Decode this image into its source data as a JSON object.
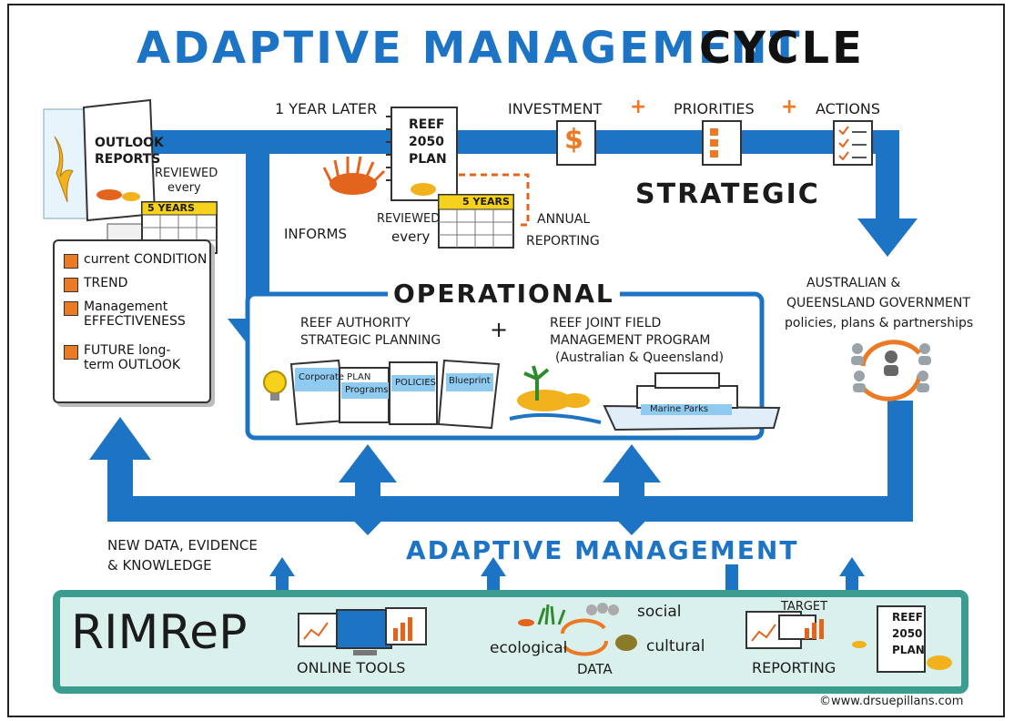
{
  "title": {
    "part1": "ADAPTIVE MANAGEMENT",
    "part2": "CYCLE"
  },
  "top": {
    "one_year_later": "1 YEAR LATER",
    "plan": {
      "line1": "REEF",
      "line2": "2050",
      "line3": "PLAN"
    },
    "investment": "INVESTMENT",
    "priorities": "PRIORITIES",
    "actions": "ACTIONS",
    "plus": "+",
    "strategic": "STRATEGIC",
    "dollar": "$"
  },
  "outlook": {
    "line1": "OUTLOOK",
    "line2": "REPORTS",
    "reviewed_line1": "REVIEWED",
    "reviewed_line2": "every",
    "years": "5 YEARS"
  },
  "plan_review": {
    "reviewed": "REVIEWED",
    "every": "every",
    "years": "5 YEARS",
    "annual": "ANNUAL",
    "reporting": "REPORTING",
    "informs": "INFORMS"
  },
  "checklist": [
    "current CONDITION",
    "TREND",
    "Management EFFECTIVENESS",
    "FUTURE long-term OUTLOOK"
  ],
  "operational": {
    "title": "OPERATIONAL",
    "authority_line1": "REEF AUTHORITY",
    "authority_line2": "STRATEGIC PLANNING",
    "plus": "+",
    "field_line1": "REEF JOINT FIELD",
    "field_line2": "MANAGEMENT PROGRAM",
    "field_line3": "(Australian & Queensland)",
    "docs": [
      "Corporate PLAN",
      "Programs",
      "POLICIES",
      "Blueprint"
    ],
    "boat": "Marine Parks"
  },
  "government": {
    "line1": "AUSTRALIAN &",
    "line2": "QUEENSLAND GOVERNMENT",
    "line3": "policies, plans & partnerships"
  },
  "adaptive": {
    "title": "ADAPTIVE MANAGEMENT",
    "new_data_line1": "NEW DATA, EVIDENCE",
    "new_data_line2": "& KNOWLEDGE"
  },
  "rimrep": {
    "name": "RIMReP",
    "online_tools": "ONLINE TOOLS",
    "data": "DATA",
    "social": "social",
    "ecological": "ecological",
    "cultural": "cultural",
    "target": "TARGET",
    "reporting": "REPORTING",
    "plan": {
      "line1": "REEF",
      "line2": "2050",
      "line3": "PLAN"
    }
  },
  "credit": "©www.drsuepillans.com",
  "colors": {
    "arrow_blue": "#1d73c4",
    "orange": "#ec7a24",
    "teal": "#3a9d8f",
    "yellow": "#f6d21c"
  }
}
